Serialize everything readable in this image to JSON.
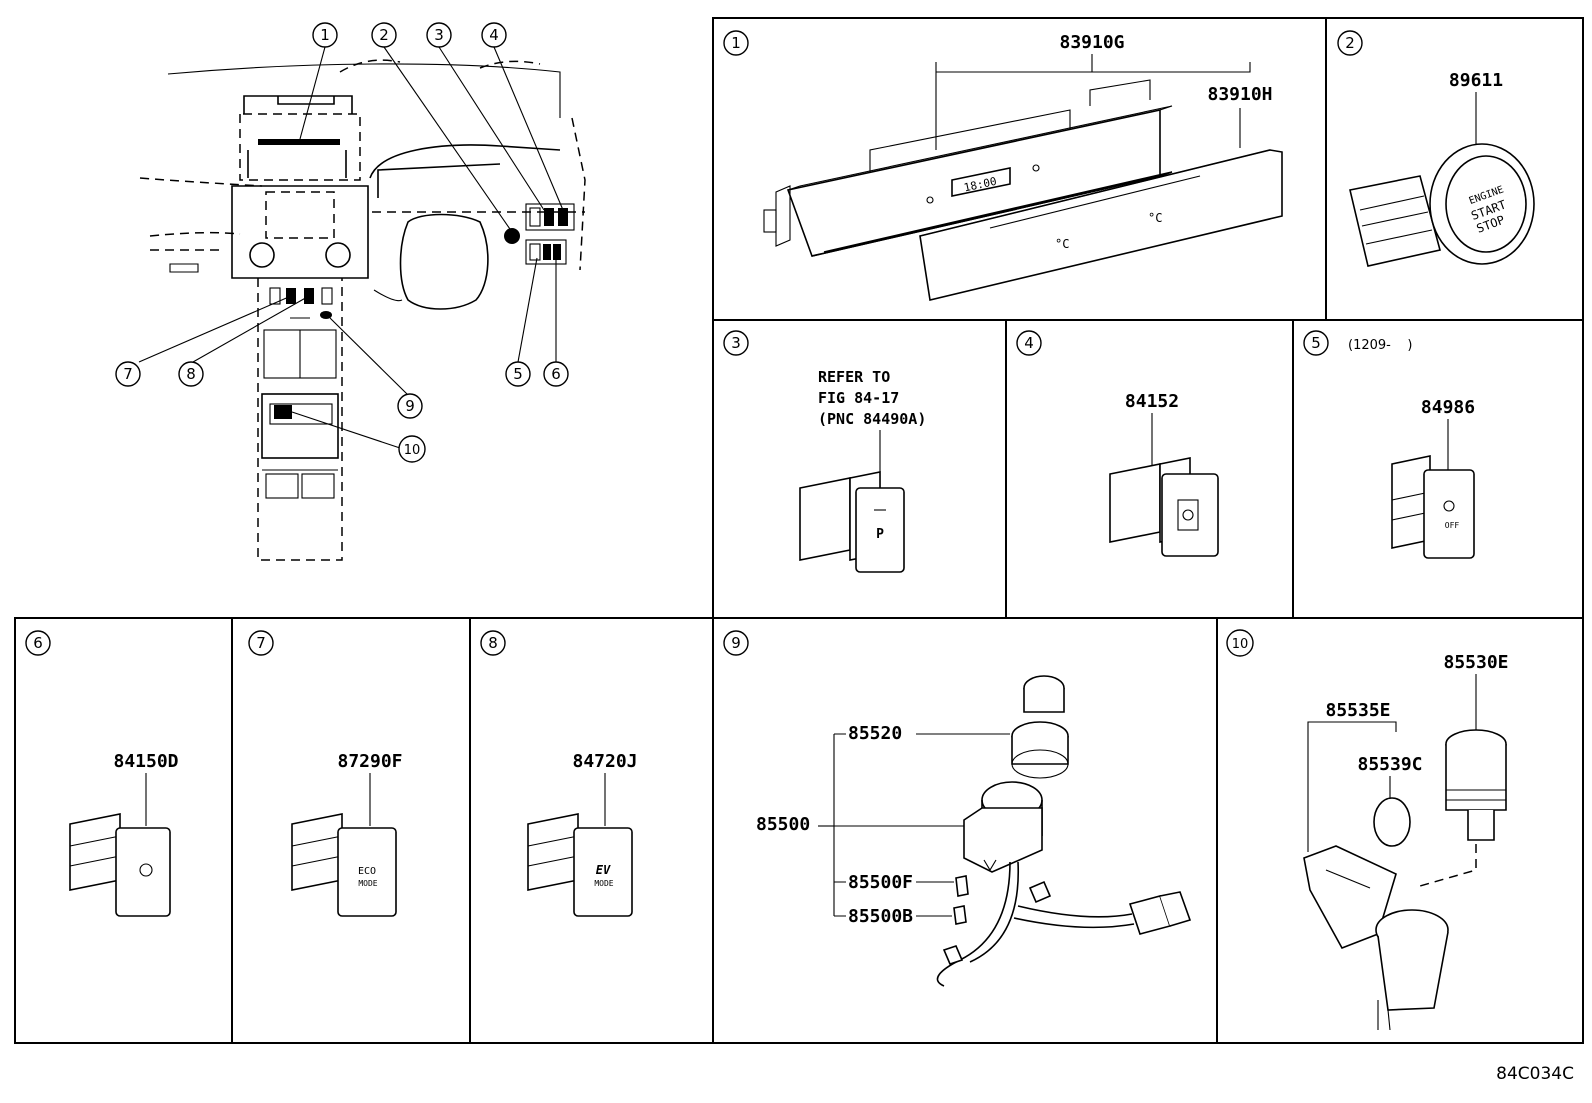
{
  "overview": {
    "callouts": [
      "1",
      "2",
      "3",
      "4",
      "5",
      "6",
      "7",
      "8",
      "9",
      "10"
    ]
  },
  "panels": [
    {
      "id": "1",
      "parts": [
        "83910G",
        "83910H"
      ],
      "clock": "18:00",
      "temp_marks": [
        "°C",
        "°C"
      ]
    },
    {
      "id": "2",
      "parts": [
        "89611"
      ],
      "button_lines": [
        "ENGINE",
        "START",
        "STOP"
      ]
    },
    {
      "id": "3",
      "note": [
        "REFER TO",
        "FIG 84-17",
        "(PNC 84490A)"
      ],
      "switch_label": "P"
    },
    {
      "id": "4",
      "parts": [
        "84152"
      ]
    },
    {
      "id": "5",
      "range": "(1209-    )",
      "parts": [
        "84986"
      ],
      "switch_label": "OFF"
    },
    {
      "id": "6",
      "parts": [
        "84150D"
      ]
    },
    {
      "id": "7",
      "parts": [
        "87290F"
      ],
      "switch_lines": [
        "ECO",
        "MODE"
      ]
    },
    {
      "id": "8",
      "parts": [
        "84720J"
      ],
      "switch_lines": [
        "EV",
        "MODE"
      ]
    },
    {
      "id": "9",
      "parts": [
        "85520",
        "85500",
        "85500F",
        "85500B"
      ]
    },
    {
      "id": "10",
      "parts": [
        "85530E",
        "85535E",
        "85539C"
      ]
    }
  ],
  "figure_code": "84C034C"
}
